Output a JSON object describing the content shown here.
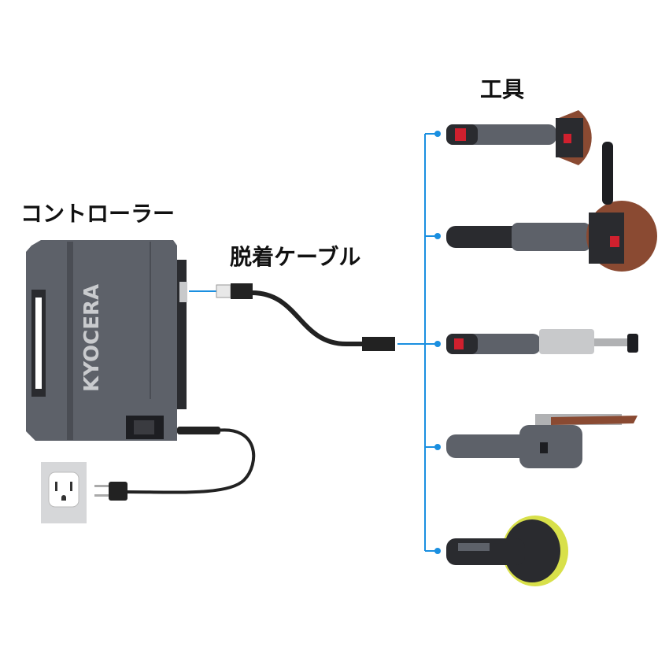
{
  "labels": {
    "tools": "工具",
    "controller": "コントローラー",
    "cable": "脱着ケーブル"
  },
  "brand": "KYOCERA",
  "colors": {
    "connector_line": "#1a8fe0",
    "body": "#5d6169",
    "dark": "#2a2b2f",
    "accent_red": "#d0202e",
    "disc": "#8a4a32",
    "pad": "#d8e04a"
  },
  "tools": [
    {
      "name": "angle-grinder-small"
    },
    {
      "name": "angle-grinder-large"
    },
    {
      "name": "die-grinder"
    },
    {
      "name": "belt-sander"
    },
    {
      "name": "random-orbit-sander"
    }
  ]
}
